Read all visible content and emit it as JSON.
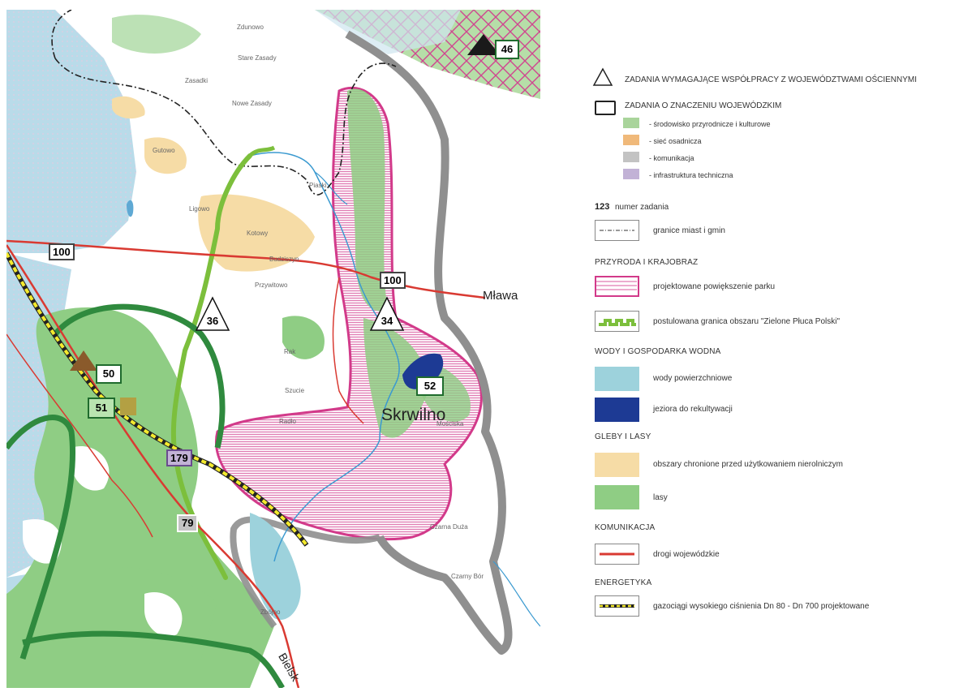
{
  "map": {
    "places": {
      "mlawa": "Mława",
      "skrwilno": "Skrwilno",
      "bielsk": "Bielsk"
    },
    "road_labels": [
      "100",
      "100",
      "79",
      "179"
    ],
    "task_labels": [
      "46",
      "50",
      "51",
      "52",
      "36",
      "34"
    ],
    "villages": [
      "Zdunowo",
      "Stare Zasady",
      "Zasadki",
      "Nowe Zasady",
      "Przywitowo",
      "Szucie",
      "Mościska",
      "Czarna Duża",
      "Ligowo",
      "Kotowy",
      "Budziszyn",
      "Radło",
      "Piaski",
      "Czarny Bór",
      "Gutowo",
      "Zbójno",
      "Rak",
      "Skrwilno"
    ]
  },
  "legend": {
    "triangle_label": "ZADANIA WYMAGAJĄCE WSPÓŁPRACY Z WOJEWÓDZTWAMI OŚCIENNYMI",
    "square_label": "ZADANIA O ZNACZENIU WOJEWÓDZKIM",
    "categories": [
      {
        "label": "- środowisko przyrodnicze i kulturowe",
        "color": "#a9d49b"
      },
      {
        "label": "- sieć osadnicza",
        "color": "#f0b97a"
      },
      {
        "label": "- komunikacja",
        "color": "#c3c3c3"
      },
      {
        "label": "- infrastruktura techniczna",
        "color": "#c2b2d6"
      }
    ],
    "number_sample": "123",
    "number_label": "numer zadania",
    "boundaries_label": "granice miast i gmin",
    "sections": {
      "nature": "PRZYRODA I KRAJOBRAZ",
      "water": "WODY I GOSPODARKA WODNA",
      "soil": "GLEBY I LASY",
      "transport": "KOMUNIKACJA",
      "energy": "ENERGETYKA"
    },
    "items": {
      "park": "projektowane powiększenie parku",
      "green_lungs": "postulowana granica obszaru \"Zielone Płuca Polski\"",
      "surface_water": "wody powierzchniowe",
      "lakes": "jeziora do rekultywacji",
      "protected": "obszary chronione przed użytkowaniem nierolniczym",
      "forests": "lasy",
      "roads": "drogi wojewódzkie",
      "gas": "gazociągi wysokiego ciśnienia Dn 80 - Dn 700 projektowane"
    },
    "colors": {
      "park_pink": "#d23a8a",
      "green_lungs": "#7cbf3c",
      "water": "#9dd2dc",
      "lake_dark": "#1d3a94",
      "protected": "#f6dca6",
      "forest": "#8fcd84",
      "road": "#d93a32",
      "gas": "#f4ea2e"
    }
  }
}
